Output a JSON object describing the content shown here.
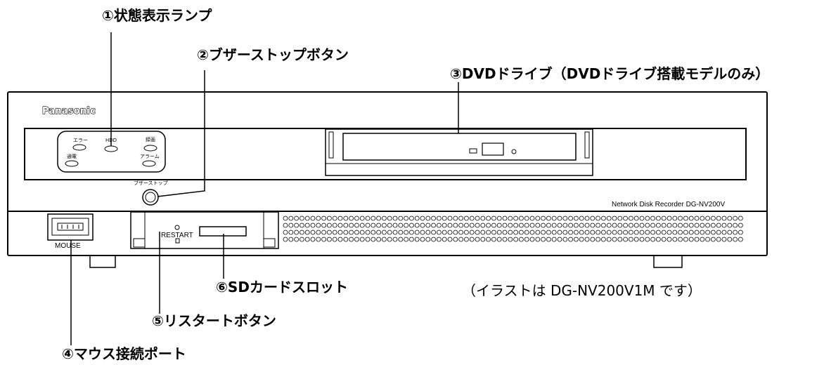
{
  "callouts": {
    "status_lamp": "①状態表示ランプ",
    "buzzer_stop": "②ブザーストップボタン",
    "dvd_drive": "③DVDドライブ（DVDドライブ搭載モデルのみ）",
    "mouse_port": "④マウス接続ポート",
    "restart_button": "⑤リスタートボタン",
    "sd_slot": "⑥SDカードスロット"
  },
  "note": "（イラストは DG-NV200V1M です）",
  "device": {
    "brand": "Panasonic",
    "model": "Network Disk Recorder DG-NV200V",
    "leds": {
      "error": "エラー",
      "hdd": "HDD",
      "record": "録画",
      "power": "通電",
      "alarm": "アラーム"
    },
    "buzzer_label": "ブザーストップ",
    "mouse_label": "MOUSE",
    "restart_label": "RESTART"
  }
}
